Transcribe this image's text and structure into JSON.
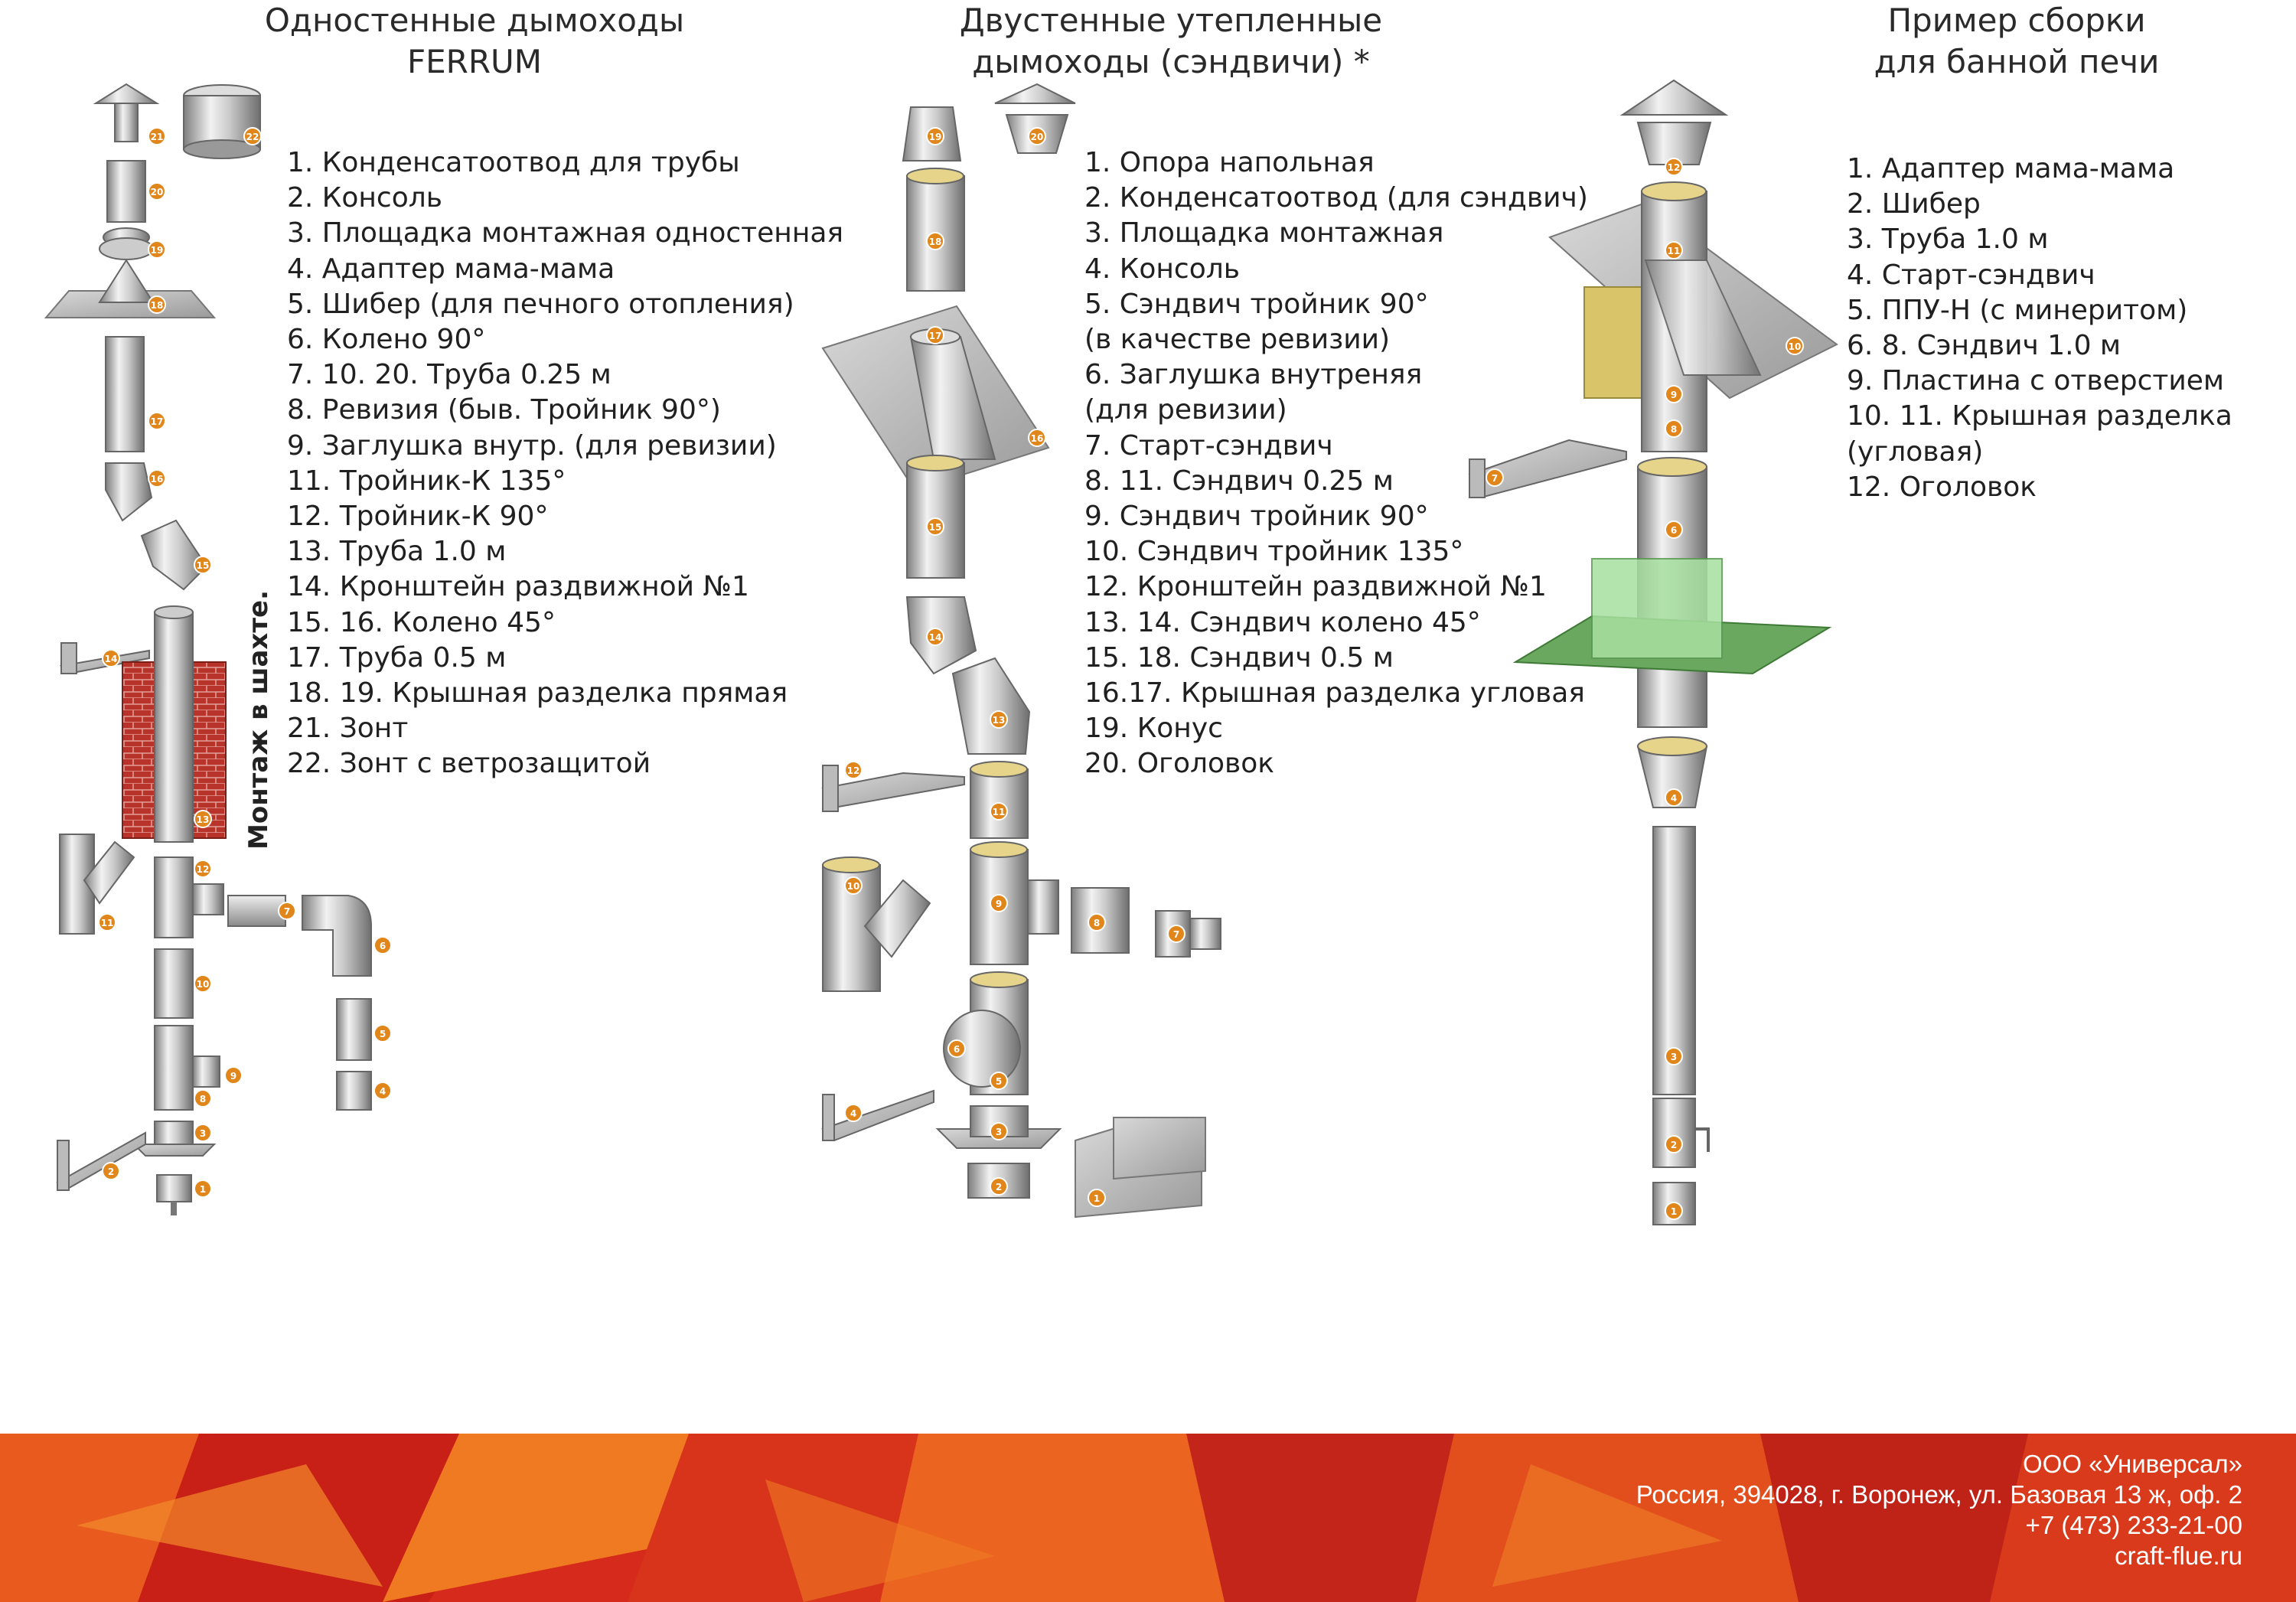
{
  "colors": {
    "steel_light": "#e6e6e6",
    "steel_mid": "#b0b0b0",
    "steel_dark": "#7a7a7a",
    "badge": "#e0861a",
    "brick": "#b8332a",
    "green_plate": "#6aa860",
    "green_box": "#a8e0a0",
    "insulation": "#d9c46a",
    "footer_red": "#c8231a",
    "footer_orange": "#ef6a1c"
  },
  "single_wall": {
    "title": "Одностенные дымоходы\nFERRUM",
    "items": [
      "1. Конденсатоотвод для трубы",
      "2. Консоль",
      "3. Площадка монтажная одностенная",
      "4. Адаптер мама-мама",
      "5. Шибер (для печного отопления)",
      "6. Колено 90°",
      "7. 10. 20. Труба 0.25 м",
      "8. Ревизия (быв. Тройник 90°)",
      "9. Заглушка внутр. (для ревизии)",
      "11. Тройник-К 135°",
      "12. Тройник-К 90°",
      "13. Труба 1.0 м",
      "14. Кронштейн раздвижной №1",
      "15. 16. Колено 45°",
      "17. Труба 0.5 м",
      "18. 19. Крышная разделка прямая",
      "21. Зонт",
      "22. Зонт с ветрозащитой"
    ],
    "shaft_note": "Монтаж в шахте."
  },
  "double_wall": {
    "title": "Двустенные утепленные\nдымоходы (сэндвичи) *",
    "items": [
      "1. Опора напольная",
      "2. Конденсатоотвод (для сэндвич)",
      "3. Площадка монтажная",
      "4. Консоль",
      "5. Сэндвич тройник 90°",
      "(в качестве ревизии)",
      "6. Заглушка внутреняя",
      "(для ревизии)",
      "7. Старт-сэндвич",
      "8. 11. Сэндвич 0.25 м",
      "9. Сэндвич тройник 90°",
      "10. Сэндвич тройник 135°",
      "12. Кронштейн раздвижной №1",
      "13. 14. Сэндвич колено 45°",
      "15. 18. Сэндвич 0.5 м",
      "16.17. Крышная разделка угловая",
      "19. Конус",
      "20. Оголовок"
    ]
  },
  "sauna": {
    "title": "Пример сборки\nдля банной печи",
    "items": [
      "1. Адаптер мама-мама",
      "2. Шибер",
      "3. Труба 1.0 м",
      "4. Старт-сэндвич",
      "5. ППУ-Н (с минеритом)",
      "6. 8. Сэндвич 1.0 м",
      "9. Пластина с отверстием",
      "10. 11. Крышная разделка",
      "(угловая)",
      "12. Оголовок"
    ]
  },
  "footer": {
    "company": "ООО «Универсал»",
    "address": "Россия, 394028, г. Воронеж, ул. Базовая 13 ж, оф. 2",
    "phone": "+7 (473) 233-21-00",
    "site": "craft-flue.ru"
  },
  "badges": {
    "single": [
      [
        "21",
        205,
        178
      ],
      [
        "22",
        330,
        178
      ],
      [
        "20",
        205,
        250
      ],
      [
        "19",
        205,
        326
      ],
      [
        "18",
        205,
        398
      ],
      [
        "17",
        205,
        550
      ],
      [
        "16",
        205,
        625
      ],
      [
        "15",
        265,
        738
      ],
      [
        "14",
        145,
        860
      ],
      [
        "13",
        265,
        1070
      ],
      [
        "12",
        265,
        1135
      ],
      [
        "11",
        140,
        1205
      ],
      [
        "7",
        375,
        1190
      ],
      [
        "6",
        500,
        1235
      ],
      [
        "10",
        265,
        1285
      ],
      [
        "5",
        500,
        1350
      ],
      [
        "9",
        305,
        1405
      ],
      [
        "8",
        265,
        1435
      ],
      [
        "4",
        500,
        1425
      ],
      [
        "3",
        265,
        1480
      ],
      [
        "2",
        145,
        1530
      ],
      [
        "1",
        265,
        1553
      ]
    ],
    "double": [
      [
        "19",
        1222,
        178
      ],
      [
        "20",
        1355,
        178
      ],
      [
        "18",
        1222,
        315
      ],
      [
        "17",
        1222,
        438
      ],
      [
        "16",
        1355,
        572
      ],
      [
        "15",
        1222,
        688
      ],
      [
        "14",
        1222,
        832
      ],
      [
        "13",
        1305,
        940
      ],
      [
        "12",
        1115,
        1006
      ],
      [
        "11",
        1305,
        1060
      ],
      [
        "10",
        1115,
        1157
      ],
      [
        "9",
        1305,
        1180
      ],
      [
        "8",
        1433,
        1205
      ],
      [
        "7",
        1537,
        1220
      ],
      [
        "6",
        1250,
        1370
      ],
      [
        "5",
        1305,
        1412
      ],
      [
        "4",
        1115,
        1454
      ],
      [
        "3",
        1305,
        1478
      ],
      [
        "2",
        1305,
        1550
      ],
      [
        "1",
        1433,
        1565
      ]
    ],
    "sauna": [
      [
        "12",
        2187,
        218
      ],
      [
        "11",
        2187,
        327
      ],
      [
        "10",
        2345,
        452
      ],
      [
        "9",
        2187,
        515
      ],
      [
        "8",
        2187,
        560
      ],
      [
        "7",
        1953,
        624
      ],
      [
        "6",
        2187,
        692
      ],
      [
        "4",
        2187,
        1042
      ],
      [
        "3",
        2187,
        1380
      ],
      [
        "2",
        2187,
        1495
      ],
      [
        "1",
        2187,
        1582
      ]
    ]
  }
}
